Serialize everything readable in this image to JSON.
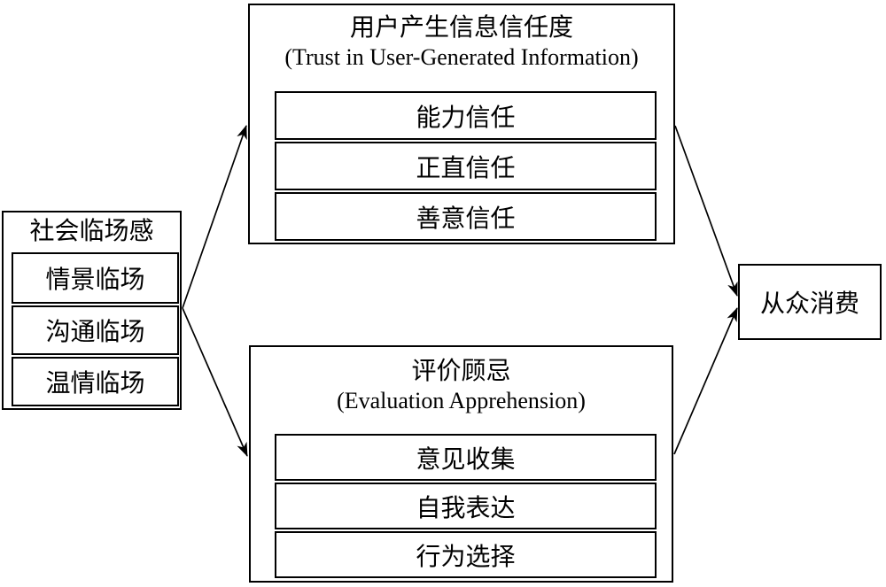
{
  "diagram": {
    "background_color": "#ffffff",
    "line_color": "#000000",
    "left_box": {
      "title": "社会临场感",
      "items": [
        "情景临场",
        "沟通临场",
        "温情临场"
      ]
    },
    "top_box": {
      "title_zh": "用户产生信息信任度",
      "title_en": "(Trust in User-Generated Information)",
      "items": [
        "能力信任",
        "正直信任",
        "善意信任"
      ]
    },
    "bottom_box": {
      "title_zh": "评价顾忌",
      "title_en": "(Evaluation Apprehension)",
      "items": [
        "意见收集",
        "自我表达",
        "行为选择"
      ]
    },
    "right_box": {
      "title": "从众消费"
    },
    "edges": [
      {
        "from": "社会临场感",
        "to": "用户产生信息信任度"
      },
      {
        "from": "社会临场感",
        "to": "评价顾忌"
      },
      {
        "from": "用户产生信息信任度",
        "to": "从众消费"
      },
      {
        "from": "评价顾忌",
        "to": "从众消费"
      }
    ]
  }
}
